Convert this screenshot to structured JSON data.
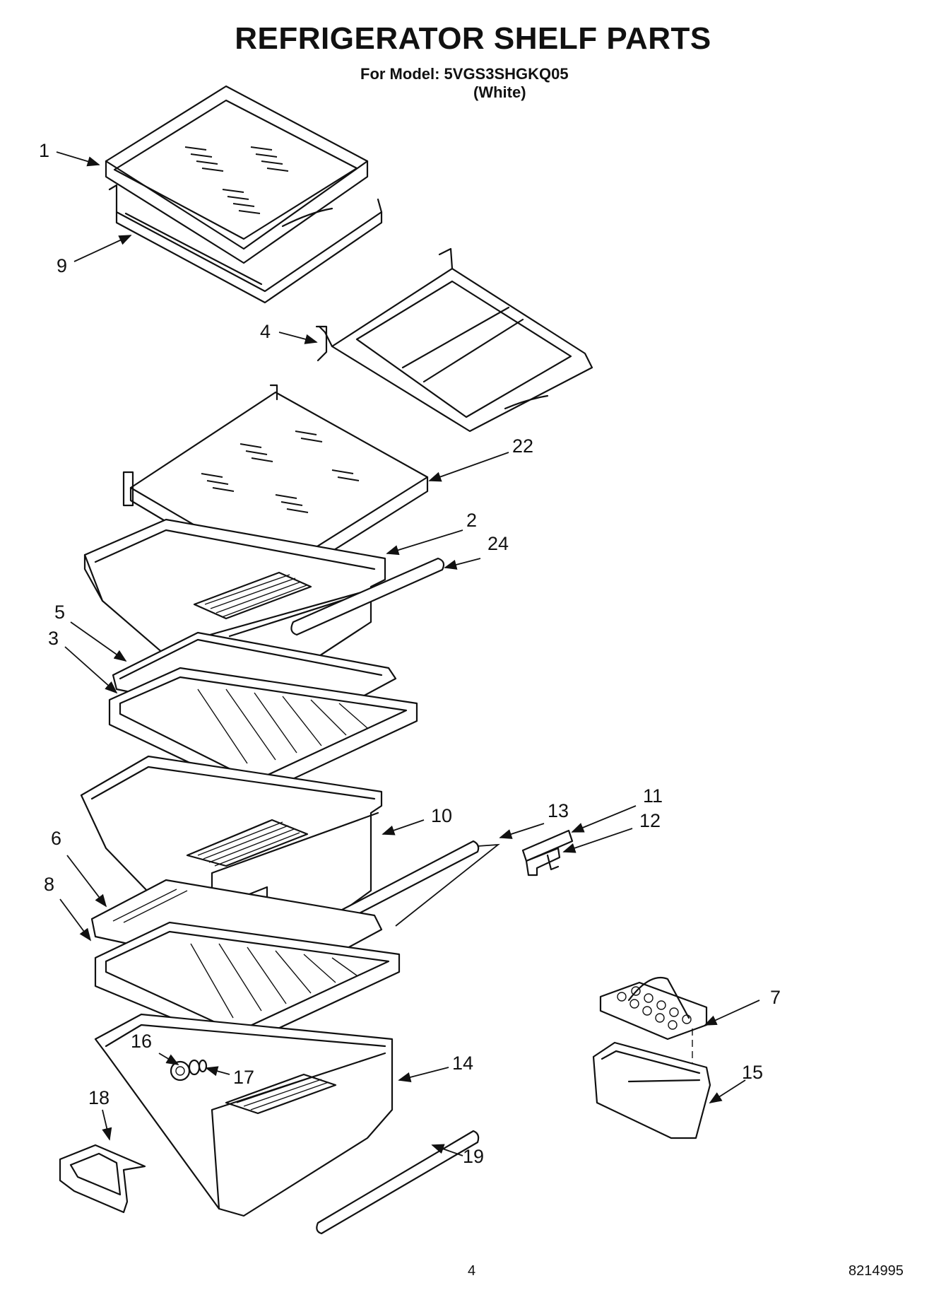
{
  "header": {
    "title": "REFRIGERATOR SHELF PARTS",
    "model_line": "For Model: 5VGS3SHGKQ05",
    "color_line": "(White)"
  },
  "footer": {
    "page_number": "4",
    "document_number": "8214995"
  },
  "callouts": {
    "c1": "1",
    "c9": "9",
    "c4": "4",
    "c22": "22",
    "c2": "2",
    "c24": "24",
    "c5": "5",
    "c3": "3",
    "c10": "10",
    "c13": "13",
    "c11": "11",
    "c12": "12",
    "c6": "6",
    "c8": "8",
    "c7": "7",
    "c16": "16",
    "c17": "17",
    "c14": "14",
    "c15": "15",
    "c18": "18",
    "c19": "19"
  }
}
